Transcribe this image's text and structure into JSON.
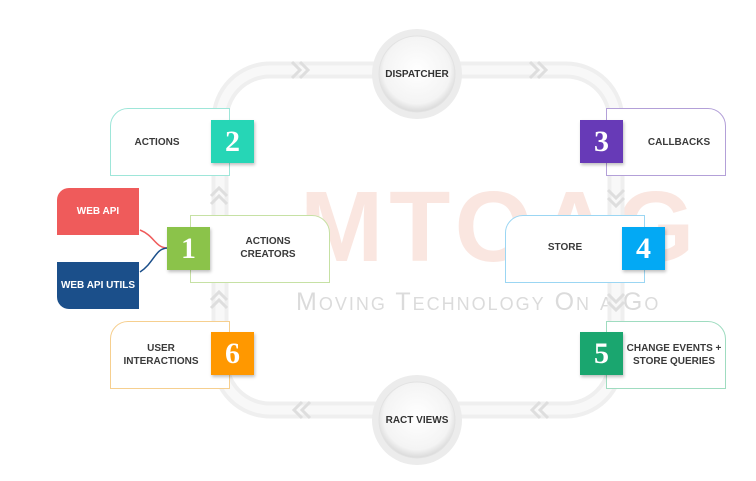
{
  "watermark": {
    "logo": "MTOAG",
    "tagline": "Moving Technology On a Go"
  },
  "hubs": {
    "top": "DISPATCHER",
    "bottom": "RACT VIEWS"
  },
  "steps": [
    {
      "number": "1",
      "label": "ACTIONS\nCREATORS",
      "color": "#8bc34a"
    },
    {
      "number": "2",
      "label": "ACTIONS",
      "color": "#26d6b6"
    },
    {
      "number": "3",
      "label": "CALLBACKS",
      "color": "#673ab7"
    },
    {
      "number": "4",
      "label": "STORE",
      "color": "#03a9f4"
    },
    {
      "number": "5",
      "label": "CHANGE EVENTS +\nSTORE QUERIES",
      "color": "#1aa66f"
    },
    {
      "number": "6",
      "label": "USER\nINTERACTIONS",
      "color": "#ff9800"
    }
  ],
  "api_tags": [
    {
      "label": "WEB API",
      "color": "#ef5b5b"
    },
    {
      "label": "WEB API UTILS",
      "color": "#1b4f8a"
    }
  ]
}
